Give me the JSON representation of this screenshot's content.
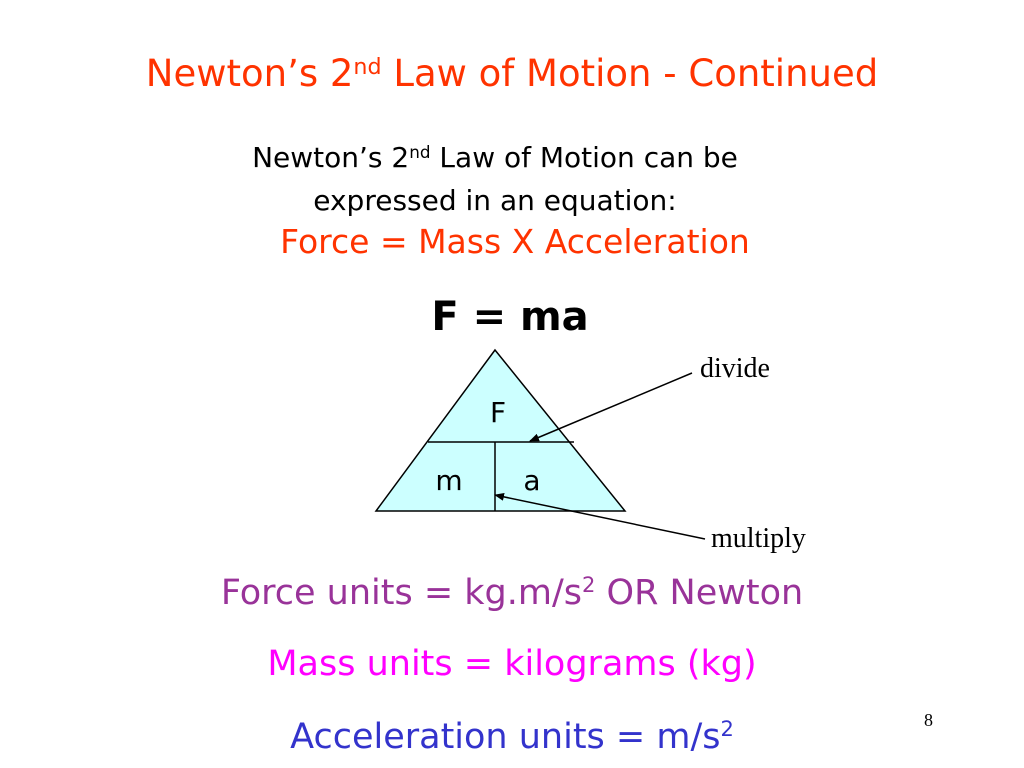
{
  "slide": {
    "title": {
      "pre": "Newton’s 2",
      "sup": "nd",
      "post": " Law of Motion - Continued"
    },
    "intro": {
      "line1_pre": "Newton’s 2",
      "line1_sup": "nd",
      "line1_post": " Law of Motion can be",
      "line2": "expressed in an equation:"
    },
    "word_equation": "Force = Mass X Acceleration",
    "formula": "F = ma",
    "triangle": {
      "top": "F",
      "bottom_left": "m",
      "bottom_right": "a",
      "fill_color": "#ccffff",
      "divide_label": "divide",
      "multiply_label": "multiply"
    },
    "units": {
      "force_pre": "Force units = kg.m/s",
      "force_sup": "2",
      "force_post": " OR Newton",
      "mass": "Mass units = kilograms (kg)",
      "accel_pre": "Acceleration units = m/s",
      "accel_sup": "2"
    },
    "slide_number": "8",
    "colors": {
      "title": "#ff3300",
      "word_equation": "#ff3300",
      "force_units": "#993399",
      "mass_units": "#ff00ff",
      "accel_units": "#3333cc"
    }
  }
}
